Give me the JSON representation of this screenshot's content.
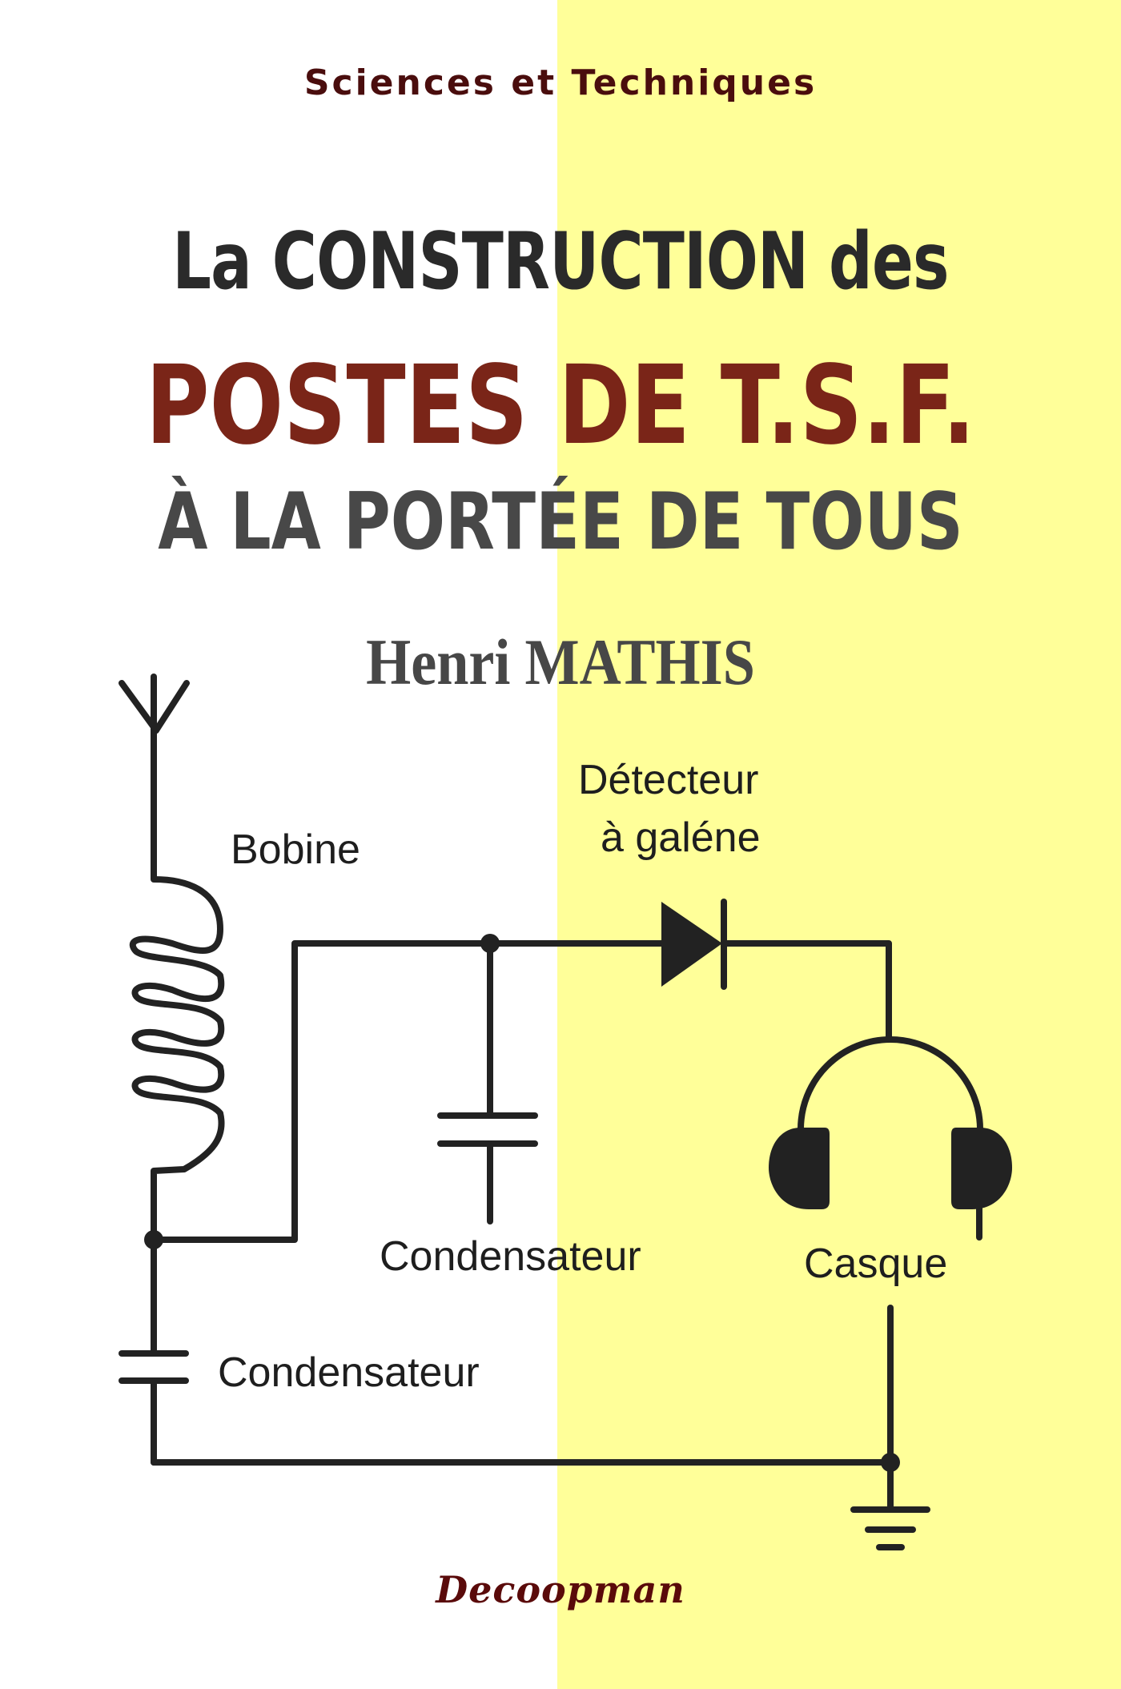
{
  "cover": {
    "series": "Sciences et Techniques",
    "title_line_1": "La CONSTRUCTION des",
    "title_line_2": "POSTES DE T.S.F.",
    "title_line_3": "À LA PORTÉE DE TOUS",
    "author": "Henri MATHIS",
    "publisher": "Decoopman"
  },
  "diagram": {
    "labels": {
      "coil": "Bobine",
      "detector_line_1": "Détecteur",
      "detector_line_2": "à galéne",
      "capacitor_middle": "Condensateur",
      "headphones": "Casque",
      "capacitor_left": "Condensateur"
    },
    "components": [
      "antenna-icon",
      "coil-icon",
      "capacitor-icon",
      "diode-icon",
      "headphones-icon",
      "capacitor-icon",
      "ground-icon"
    ]
  },
  "colors": {
    "left_background": "#ffffff",
    "right_background": "#ffff99",
    "series_text": "#4a0d0d",
    "title_dark": "#2a2a2a",
    "title_accent": "#7a2518",
    "title_grey": "#484848",
    "author_text": "#474747",
    "wire": "#222222",
    "publisher_text": "#5a0a0a"
  }
}
